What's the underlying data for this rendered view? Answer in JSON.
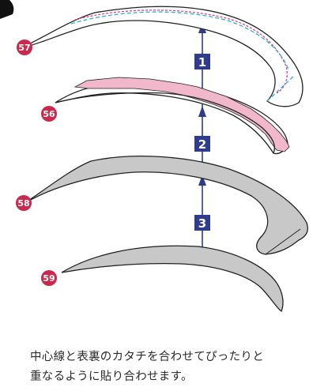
{
  "page": {
    "corner_mark": "",
    "caption_lines": [
      "中心線と表裏のカタチを合わせてぴったりと",
      "重なるように貼り合わせます。"
    ]
  },
  "parts": [
    {
      "id": "57",
      "label": "57"
    },
    {
      "id": "56",
      "label": "56"
    },
    {
      "id": "58",
      "label": "58"
    },
    {
      "id": "59",
      "label": "59"
    }
  ],
  "steps": [
    {
      "label": "1"
    },
    {
      "label": "2"
    },
    {
      "label": "3"
    }
  ],
  "colors": {
    "part_badge": "#c9294c",
    "step_badge": "#2f3b8c",
    "arrow": "#2f3b8c",
    "gray_fill": "#c8c8c8",
    "pink_fill": "#f1b8cc",
    "pink_dash": "#e0428a",
    "cyan_dash": "#2ab0d8",
    "outline": "#222222"
  }
}
